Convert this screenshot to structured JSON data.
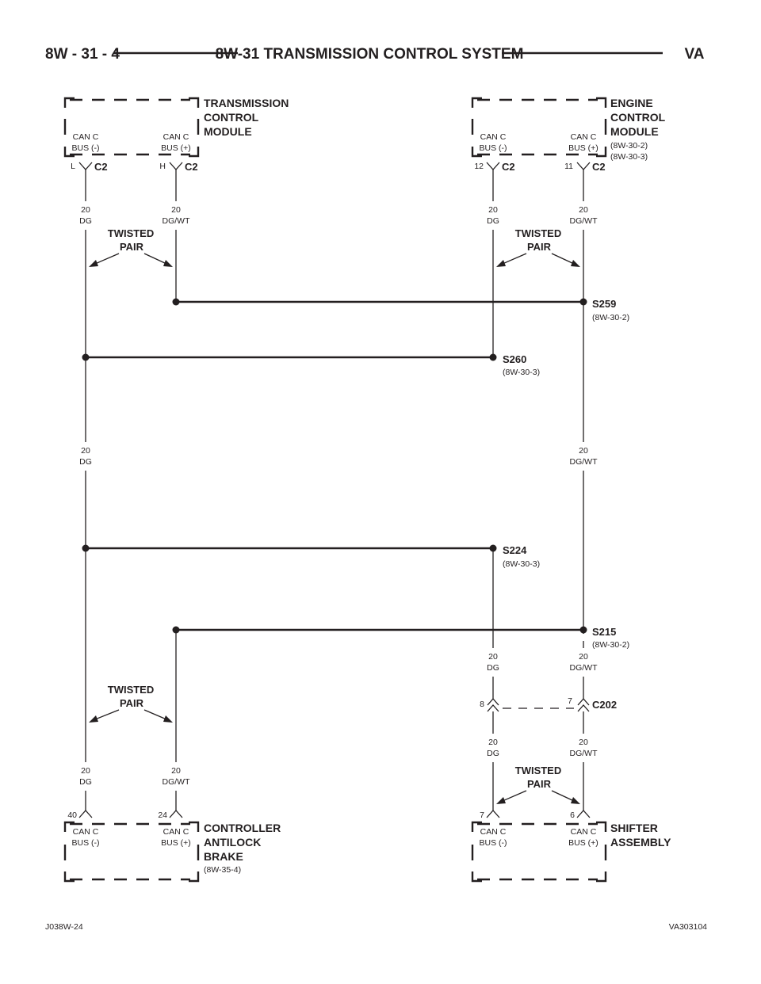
{
  "header": {
    "left": "8W - 31 - 4",
    "title": "8W-31 TRANSMISSION CONTROL SYSTEM",
    "right": "VA"
  },
  "footer": {
    "left": "J038W-24",
    "right": "VA303104"
  },
  "twisted_pair_label": [
    "TWISTED",
    "PAIR"
  ],
  "modules": {
    "tcm": {
      "name": [
        "TRANSMISSION",
        "CONTROL",
        "MODULE"
      ],
      "refs": [],
      "pin_neg_label": [
        "CAN C",
        "BUS (-)"
      ],
      "pin_pos_label": [
        "CAN C",
        "BUS (+)"
      ],
      "pin_neg": "L",
      "pin_pos": "H",
      "connector": "C2"
    },
    "ecm": {
      "name": [
        "ENGINE",
        "CONTROL",
        "MODULE"
      ],
      "refs": [
        "(8W-30-2)",
        "(8W-30-3)"
      ],
      "pin_neg_label": [
        "CAN C",
        "BUS (-)"
      ],
      "pin_pos_label": [
        "CAN C",
        "BUS (+)"
      ],
      "pin_neg": "12",
      "pin_pos": "11",
      "connector": "C2"
    },
    "cab": {
      "name": [
        "CONTROLLER",
        "ANTILOCK",
        "BRAKE"
      ],
      "refs": [
        "(8W-35-4)"
      ],
      "pin_neg_label": [
        "CAN C",
        "BUS (-)"
      ],
      "pin_pos_label": [
        "CAN C",
        "BUS (+)"
      ],
      "pin_neg": "40",
      "pin_pos": "24"
    },
    "shifter": {
      "name": [
        "SHIFTER",
        "ASSEMBLY"
      ],
      "refs": [],
      "pin_neg_label": [
        "CAN C",
        "BUS (-)"
      ],
      "pin_pos_label": [
        "CAN C",
        "BUS (+)"
      ],
      "pin_neg": "7",
      "pin_pos": "6"
    }
  },
  "wires": {
    "tcm_dg": [
      "20",
      "DG"
    ],
    "tcm_dgwt": [
      "20",
      "DG/WT"
    ],
    "ecm_dg": [
      "20",
      "DG"
    ],
    "ecm_dgwt": [
      "20",
      "DG/WT"
    ],
    "mid_dg": [
      "20",
      "DG"
    ],
    "mid_dgwt": [
      "20",
      "DG/WT"
    ],
    "c202_up_dg": [
      "20",
      "DG"
    ],
    "c202_up_dgwt": [
      "20",
      "DG/WT"
    ],
    "c202_dn_dg": [
      "20",
      "DG"
    ],
    "c202_dn_dgwt": [
      "20",
      "DG/WT"
    ],
    "cab_dg": [
      "20",
      "DG"
    ],
    "cab_dgwt": [
      "20",
      "DG/WT"
    ]
  },
  "splices": {
    "s259": {
      "id": "S259",
      "ref": "(8W-30-2)"
    },
    "s260": {
      "id": "S260",
      "ref": "(8W-30-3)"
    },
    "s224": {
      "id": "S224",
      "ref": "(8W-30-3)"
    },
    "s215": {
      "id": "S215",
      "ref": "(8W-30-2)"
    }
  },
  "c202": {
    "id": "C202",
    "pin_dg": "8",
    "pin_dgwt": "7"
  }
}
